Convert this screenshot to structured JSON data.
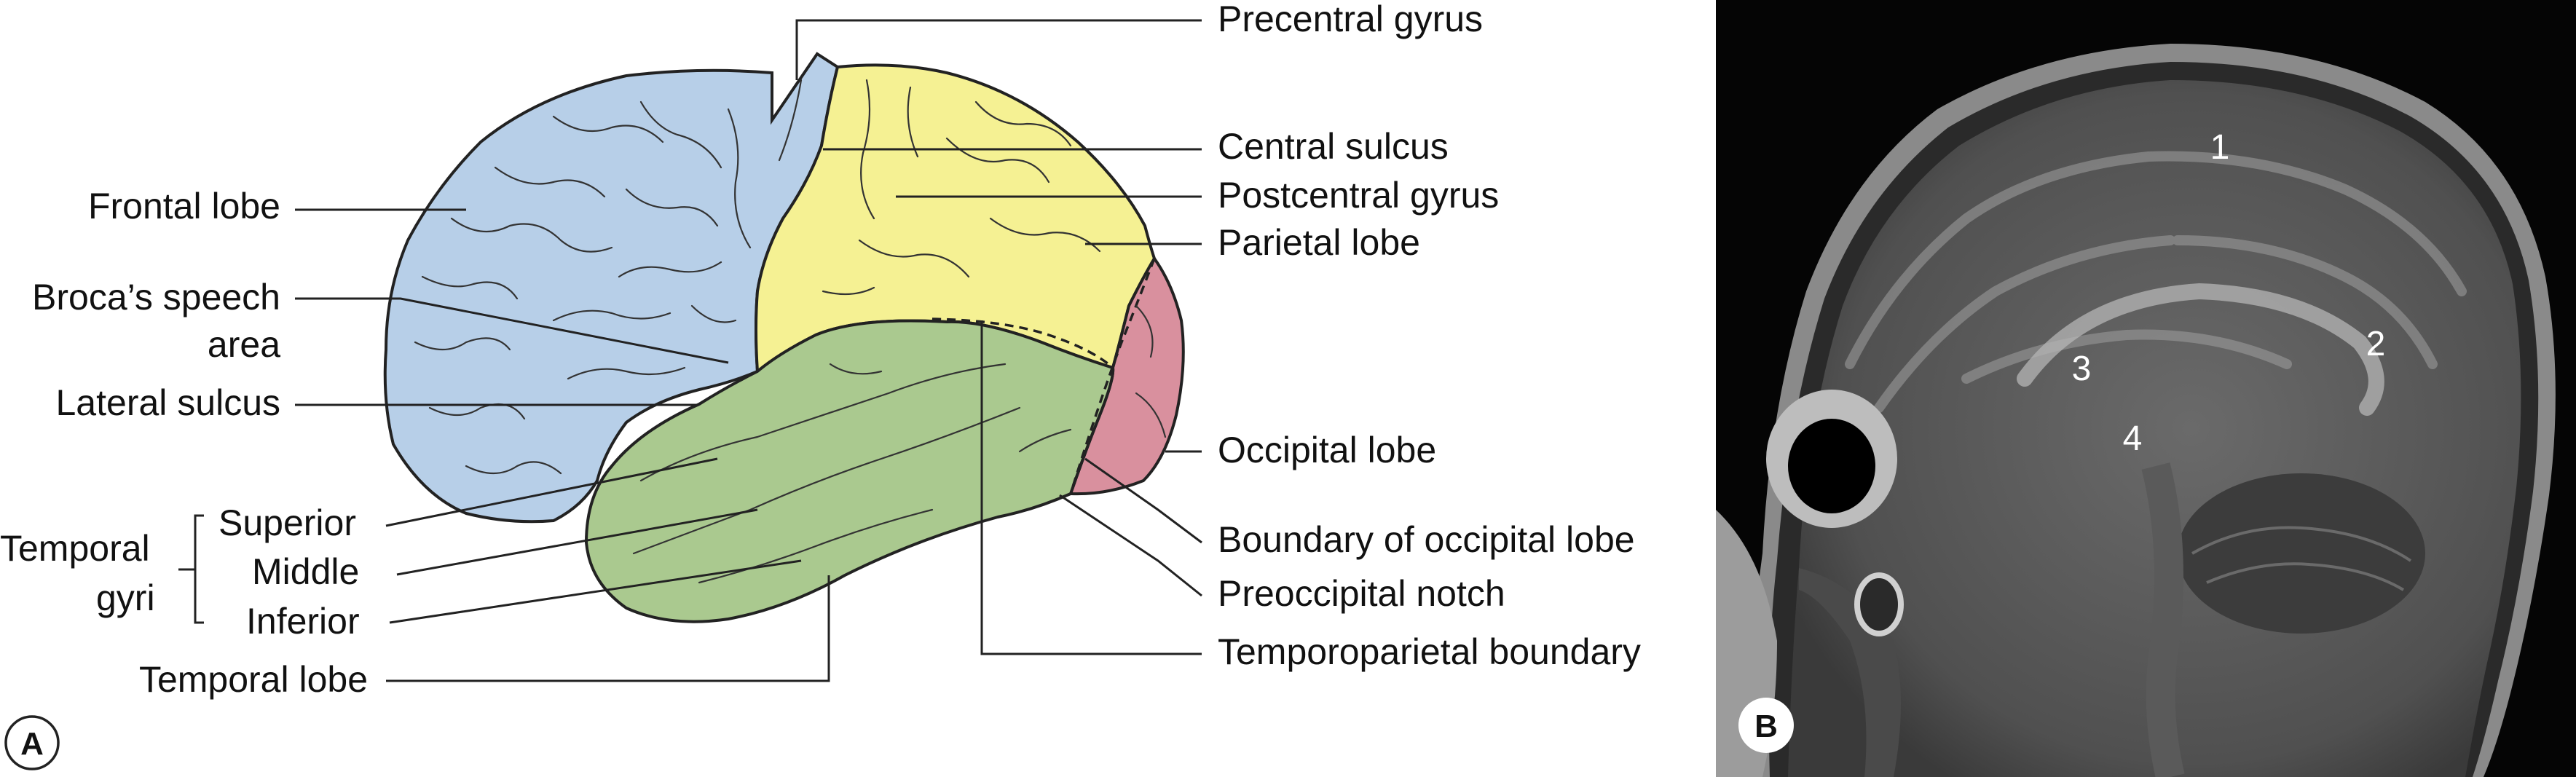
{
  "panel_a": {
    "badge": "A",
    "colors": {
      "frontal": "#b7cfe8",
      "parietal": "#f5f193",
      "temporal": "#aac98f",
      "occipital": "#d9909e"
    },
    "labels": {
      "precentral_gyrus": "Precentral gyrus",
      "central_sulcus": "Central sulcus",
      "postcentral_gyrus": "Postcentral gyrus",
      "parietal_lobe": "Parietal lobe",
      "frontal_lobe": "Frontal lobe",
      "broca_line1": "Broca’s speech",
      "broca_line2": "area",
      "lateral_sulcus": "Lateral sulcus",
      "occipital_lobe": "Occipital lobe",
      "temporal_line1": "Temporal",
      "temporal_line2": "gyri",
      "superior": "Superior",
      "middle": "Middle",
      "inferior": "Inferior",
      "boundary_occipital": "Boundary of occipital lobe",
      "preoccipital_notch": "Preoccipital notch",
      "temporoparietal_boundary": "Temporoparietal boundary",
      "temporal_lobe": "Temporal lobe"
    }
  },
  "panel_b": {
    "badge": "B",
    "numbers": [
      "1",
      "2",
      "3",
      "4"
    ]
  }
}
